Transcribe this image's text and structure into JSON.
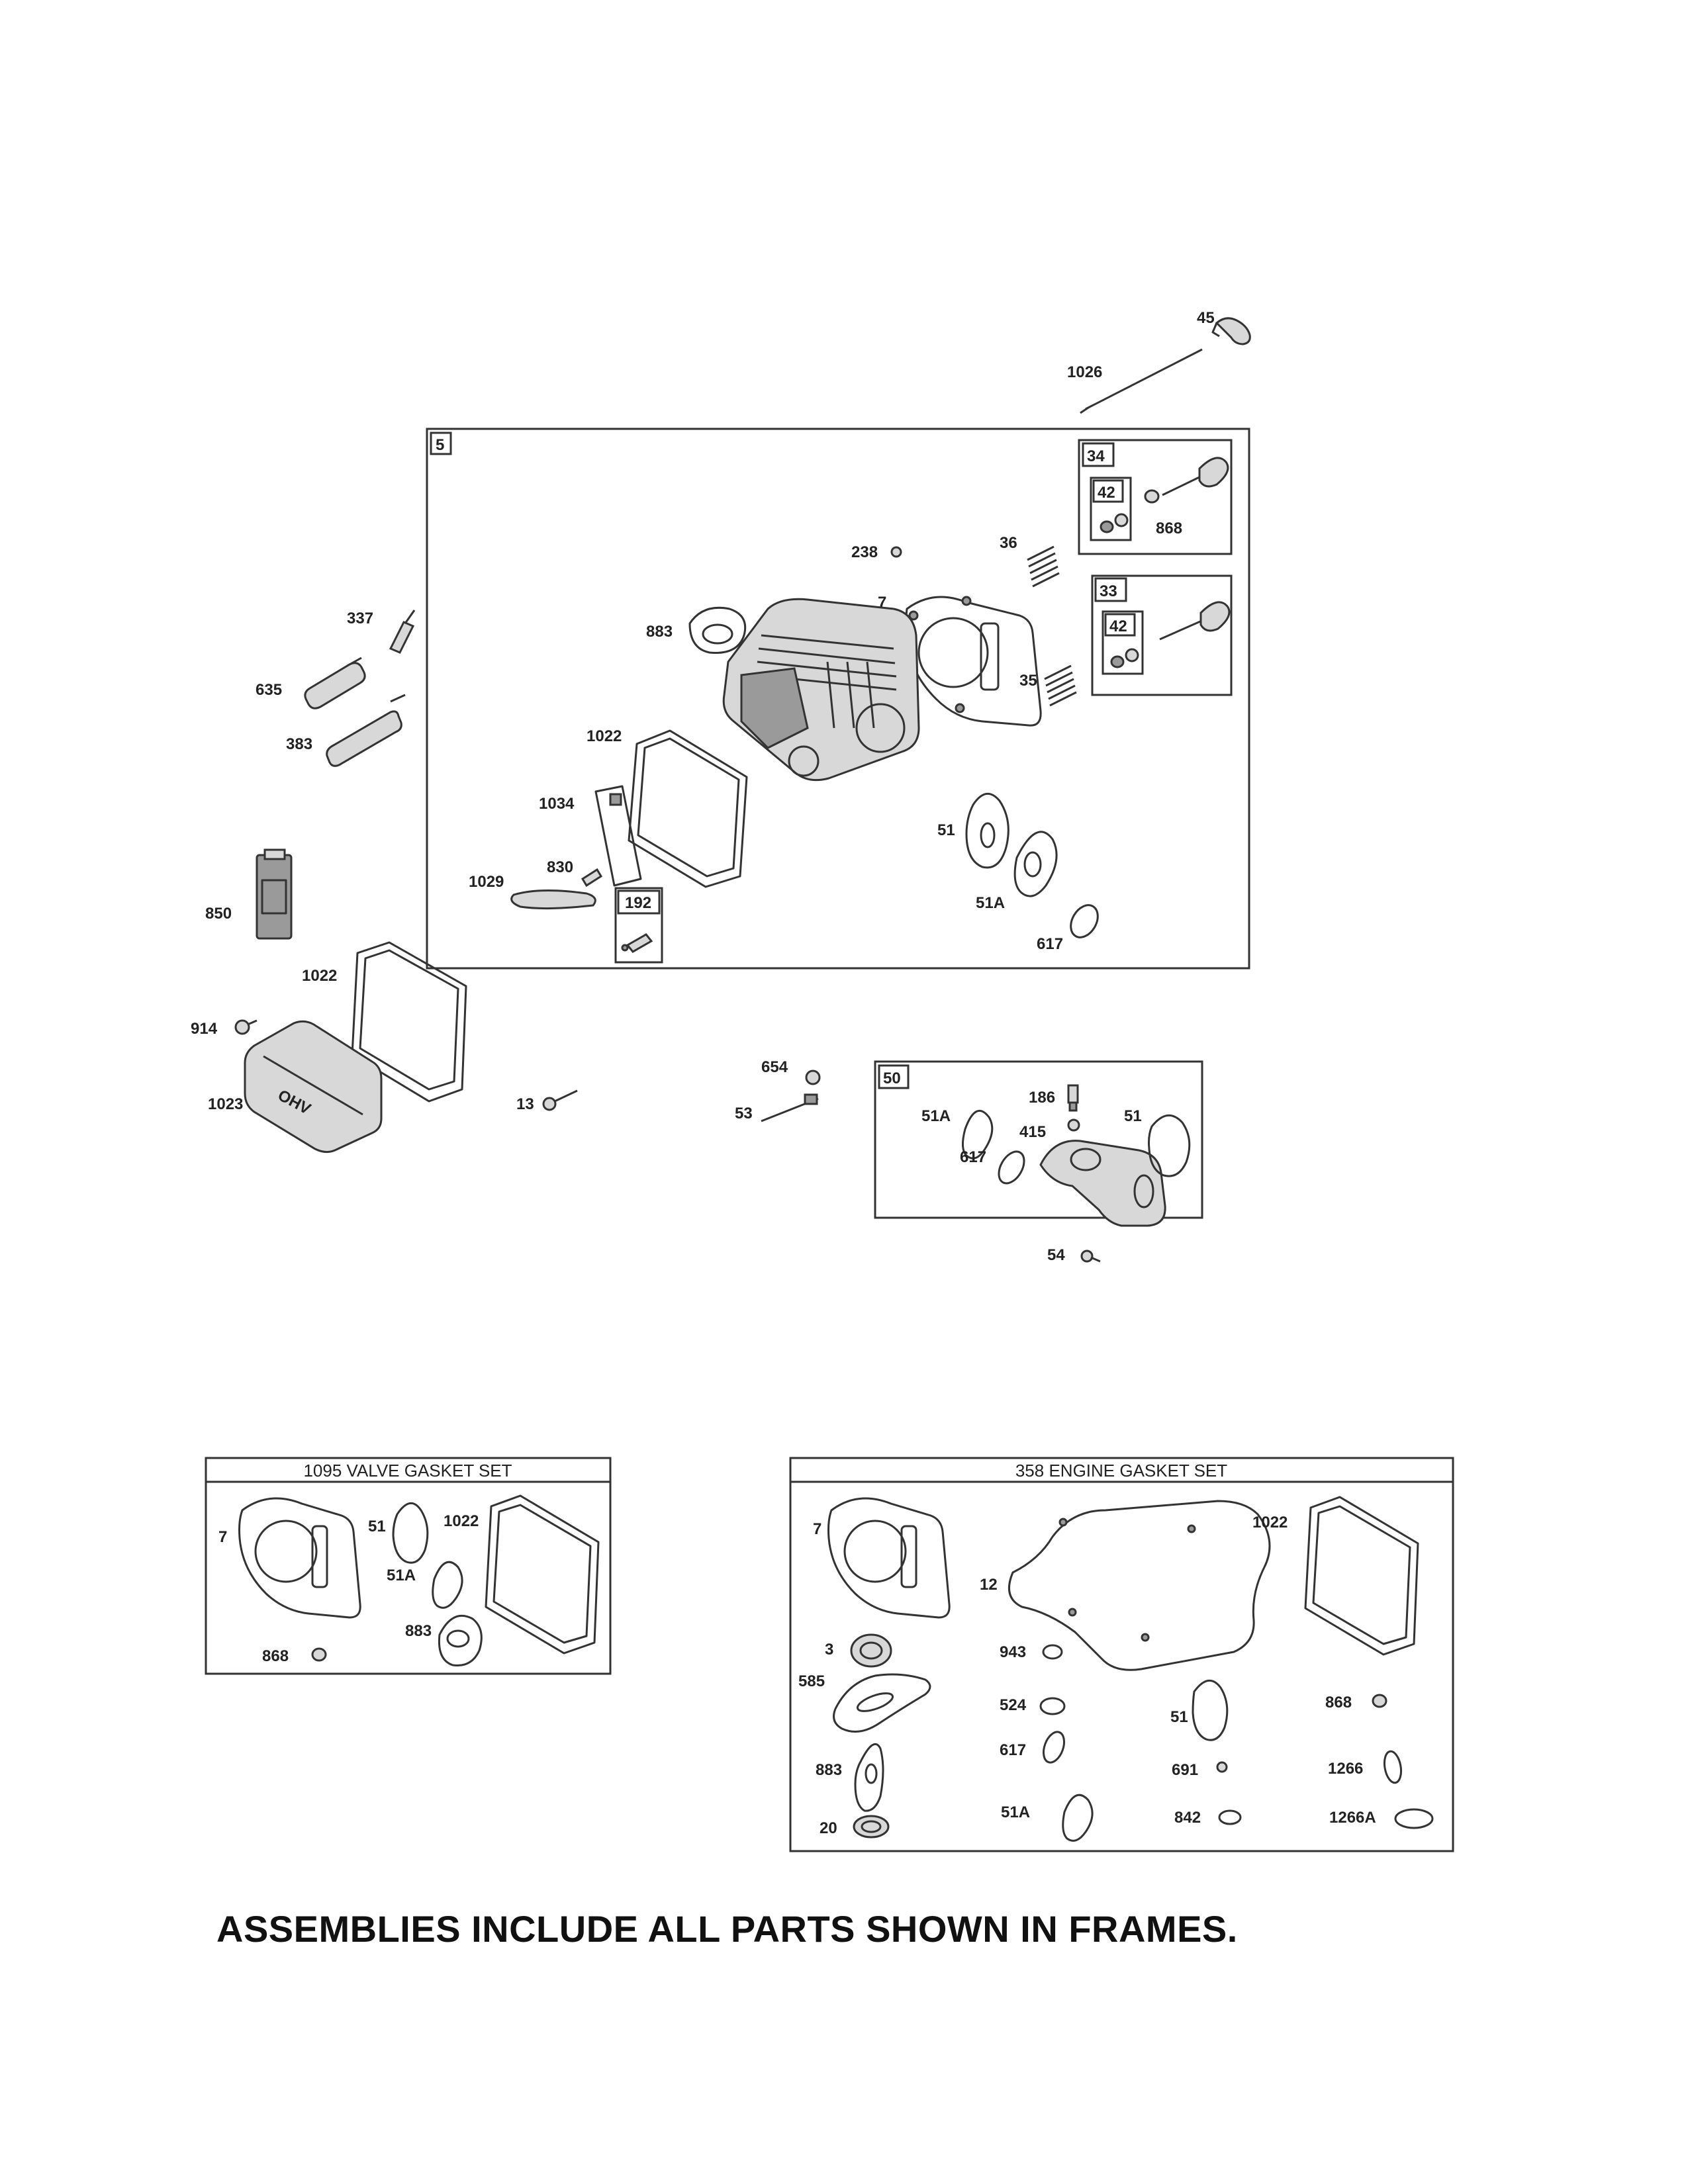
{
  "labels": {
    "p45": "45",
    "p1026": "1026",
    "p5": "5",
    "p34": "34",
    "p42a": "42",
    "p868a": "868",
    "p238": "238",
    "p36": "36",
    "p33": "33",
    "p42b": "42",
    "p337": "337",
    "p7": "7",
    "p883": "883",
    "p35": "35",
    "p635": "635",
    "p383": "383",
    "p1022a": "1022",
    "p1034": "1034",
    "p51": "51",
    "p830": "830",
    "p1029": "1029",
    "p192": "192",
    "p51A": "51A",
    "p850": "850",
    "p617": "617",
    "p1022b": "1022",
    "p914": "914",
    "p1023": "1023",
    "p13": "13",
    "p654": "654",
    "p50": "50",
    "p186": "186",
    "p53": "53",
    "p51A_b": "51A",
    "p415": "415",
    "p51_b": "51",
    "p617_b": "617",
    "p54": "54",
    "ohv_mark": "OHV"
  },
  "valve_set": {
    "title": "1095 VALVE GASKET SET",
    "l7": "7",
    "l51": "51",
    "l1022": "1022",
    "l51A": "51A",
    "l883": "883",
    "l868": "868"
  },
  "engine_set": {
    "title": "358 ENGINE GASKET SET",
    "l7": "7",
    "l1022": "1022",
    "l12": "12",
    "l3": "3",
    "l943": "943",
    "l585": "585",
    "l524": "524",
    "l51": "51",
    "l868": "868",
    "l617": "617",
    "l883": "883",
    "l691": "691",
    "l1266": "1266",
    "l51A": "51A",
    "l20": "20",
    "l842": "842",
    "l1266A": "1266A"
  },
  "footer": {
    "note": "ASSEMBLIES INCLUDE ALL PARTS SHOWN IN FRAMES."
  }
}
